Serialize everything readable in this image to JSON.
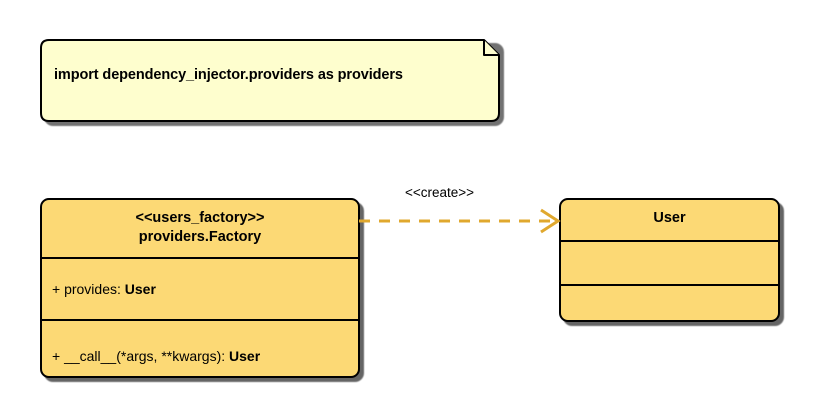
{
  "diagram": {
    "type": "uml-class-diagram",
    "background": "#ffffff",
    "colors": {
      "note_fill": "#FEFECE",
      "class_fill": "#FCD975",
      "border": "#000000",
      "arrow": "#E0A82E",
      "text": "#000000"
    }
  },
  "note": {
    "text": "import dependency_injector.providers as providers"
  },
  "factory_class": {
    "stereotype": "<<users_factory>>",
    "name": "providers.Factory",
    "attributes": [
      {
        "visibility": "+",
        "label": "+ provides: ",
        "type": "User"
      }
    ],
    "methods": [
      {
        "visibility": "+",
        "label": "+ __call__(*args, **kwargs): ",
        "type": "User"
      }
    ]
  },
  "user_class": {
    "name": "User",
    "attributes": [],
    "methods": []
  },
  "relationship": {
    "stereotype": "<<create>>",
    "style": "dashed",
    "arrowhead": "open",
    "from": "providers.Factory",
    "to": "User"
  }
}
